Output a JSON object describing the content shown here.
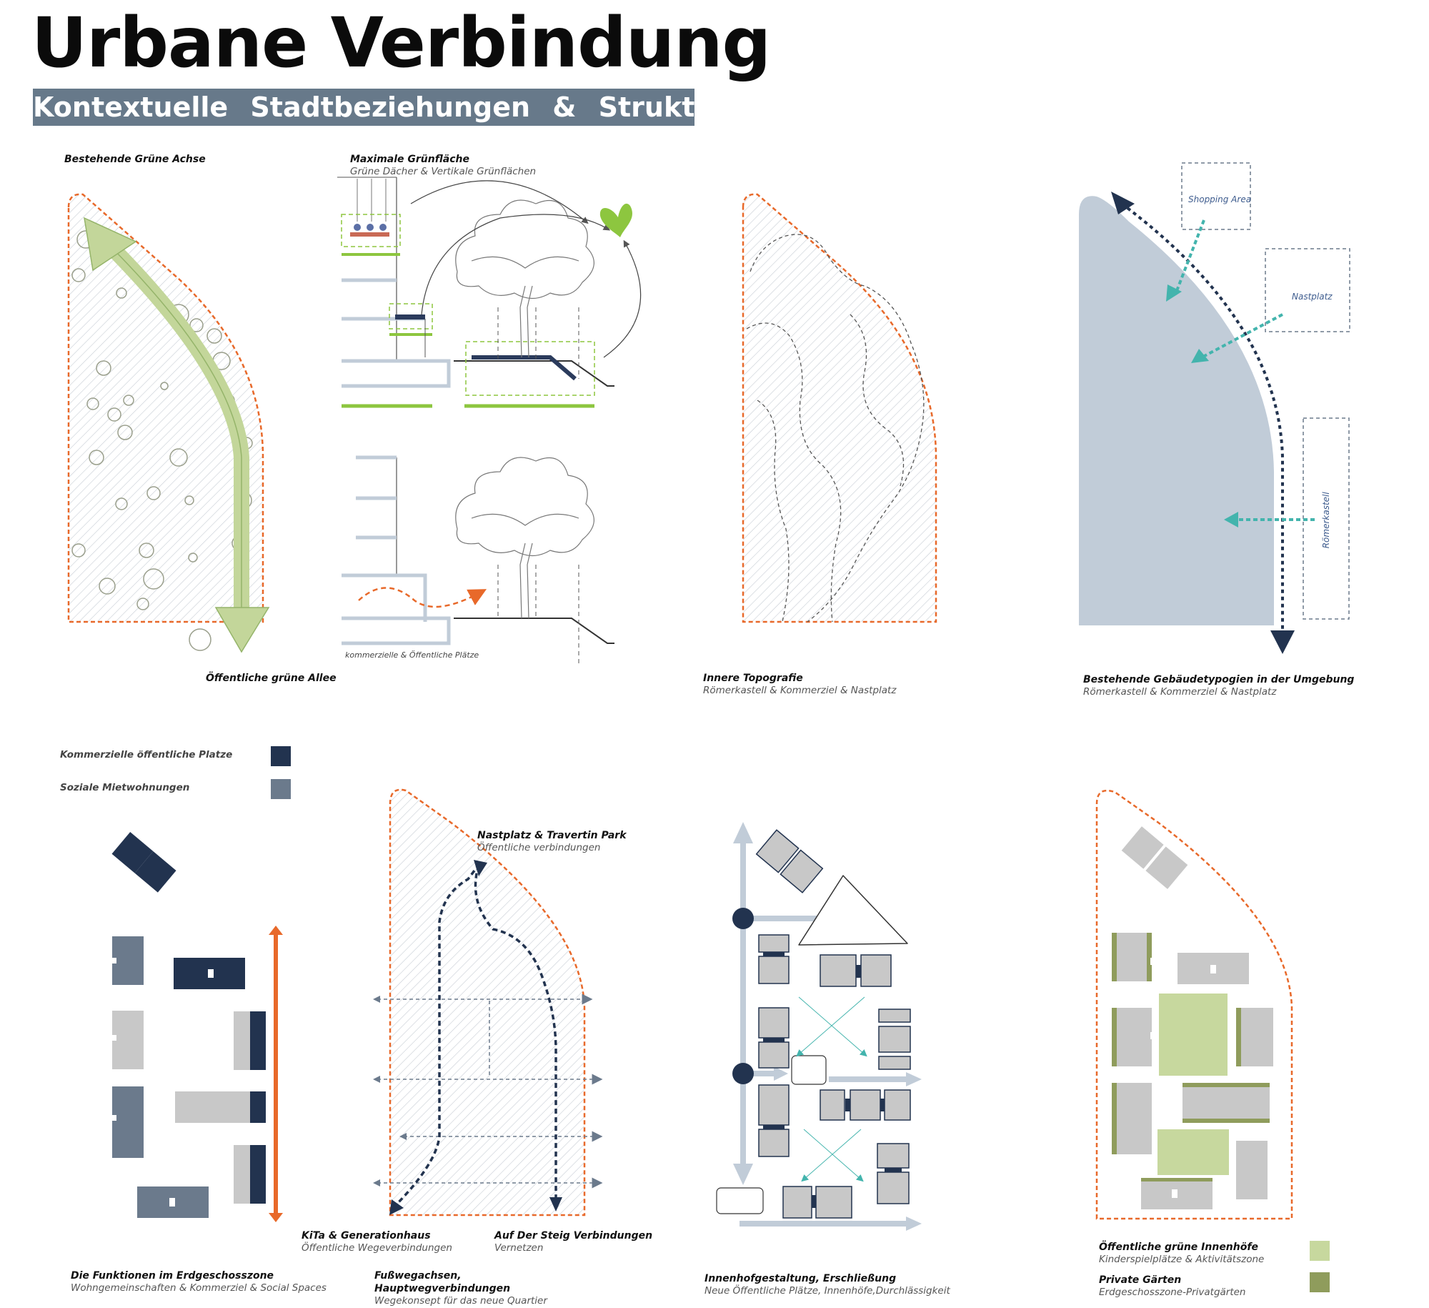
{
  "header": {
    "title": "Urbane Verbindung",
    "subtitle": "Kontextuelle Stadtbeziehungen & Struktur"
  },
  "panels": {
    "green_axis": {
      "top_label": "Bestehende Grüne Achse",
      "bottom_label": "Öffentliche grüne Allee"
    },
    "green_area": {
      "title": "Maximale Grünfläche",
      "subtitle": "Grüne Dächer & Vertikale Grünflächen",
      "section_note": "kommerzielle & Öffentliche Plätze"
    },
    "topography": {
      "title": "Innere Topografie",
      "subtitle": "Römerkastell & Kommerziel & Nastplatz"
    },
    "typologies": {
      "title": "Bestehende Gebäudetypogien in der Umgebung",
      "subtitle": "Römerkastell & Kommerziel & Nastplatz",
      "areas": [
        "Shopping Area",
        "Nastplatz",
        "Römerkastell"
      ]
    },
    "ground_floor": {
      "legend": [
        {
          "label": "Kommerzielle öffentliche Platze",
          "color": "#22334f"
        },
        {
          "label": "Soziale Mietwohnungen",
          "color": "#6b7a8c"
        }
      ],
      "title": "Die Funktionen im Erdgeschosszone",
      "subtitle": "Wohngemeinschaften & Kommerziel & Social Spaces"
    },
    "paths": {
      "top_title": "Nastplatz & Travertin Park",
      "top_subtitle": "Öffentliche verbindungen",
      "left_title": "KiTa & Generationhaus",
      "left_subtitle": "Öffentliche Wegeverbindungen",
      "right_title": "Auf Der Steig Verbindungen",
      "right_subtitle": "Vernetzen",
      "title_line1": "Fußwegachsen,",
      "title_line2": "Hauptwegverbindungen",
      "subtitle": "Wegekonsept für das neue Quartier"
    },
    "courtyard": {
      "title": "Innenhofgestaltung, Erschließung",
      "subtitle": "Neue Öffentliche Plätze, Innenhöfe,Durchlässigkeit"
    },
    "green_courts": {
      "legend": [
        {
          "title": "Öffentliche grüne Innenhöfe",
          "subtitle": "Kinderspielplätze & Aktivitätszone",
          "color": "#c7d89e"
        },
        {
          "title": "Private Gärten",
          "subtitle": "Erdgeschosszone-Privatgärten",
          "color": "#8f9c5c"
        }
      ]
    }
  },
  "colors": {
    "orange": "#e8692a",
    "navy": "#22334f",
    "slate": "#6b7a8c",
    "light_grey": "#c8c8c8",
    "lightblue": "#c1ccd8",
    "teal": "#43b4ad",
    "green": "#8dc63f",
    "light_green": "#c7d89e",
    "olive": "#8f9c5c"
  }
}
